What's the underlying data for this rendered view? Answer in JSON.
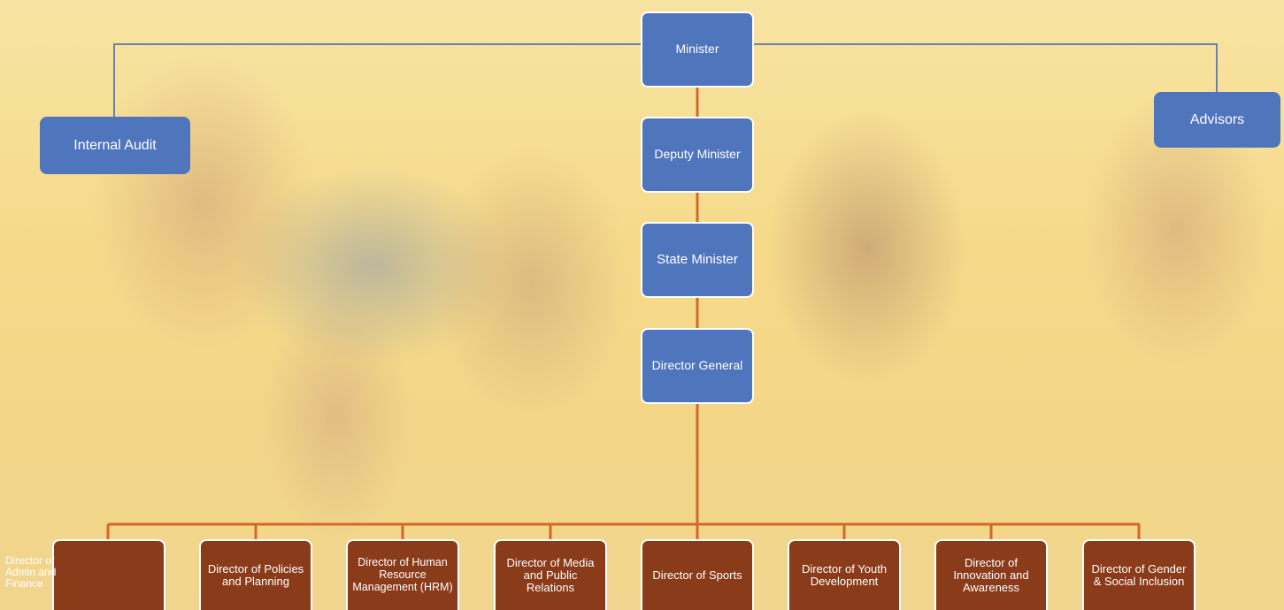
{
  "org_chart": {
    "minister": "Minister",
    "deputy_minister": "Deputy Minister",
    "state_minister": "State Minister",
    "director_general": "Director General",
    "internal_audit": "Internal Audit",
    "advisors": "Advisors",
    "directors": [
      "Director of Admin and Finance",
      "Director of Policies and Planning",
      "Director of Human Resource Management (HRM)",
      "Director of Media and Public Relations",
      "Director of Sports",
      "Director of Youth Development",
      "Director of Innovation and Awareness",
      "Director of Gender & Social Inclusion"
    ]
  },
  "colors": {
    "node_blue": "#4f75bd",
    "node_brown": "#8a3b1a",
    "connector_orange": "#d2692a",
    "connector_blue": "#3f64a8"
  }
}
